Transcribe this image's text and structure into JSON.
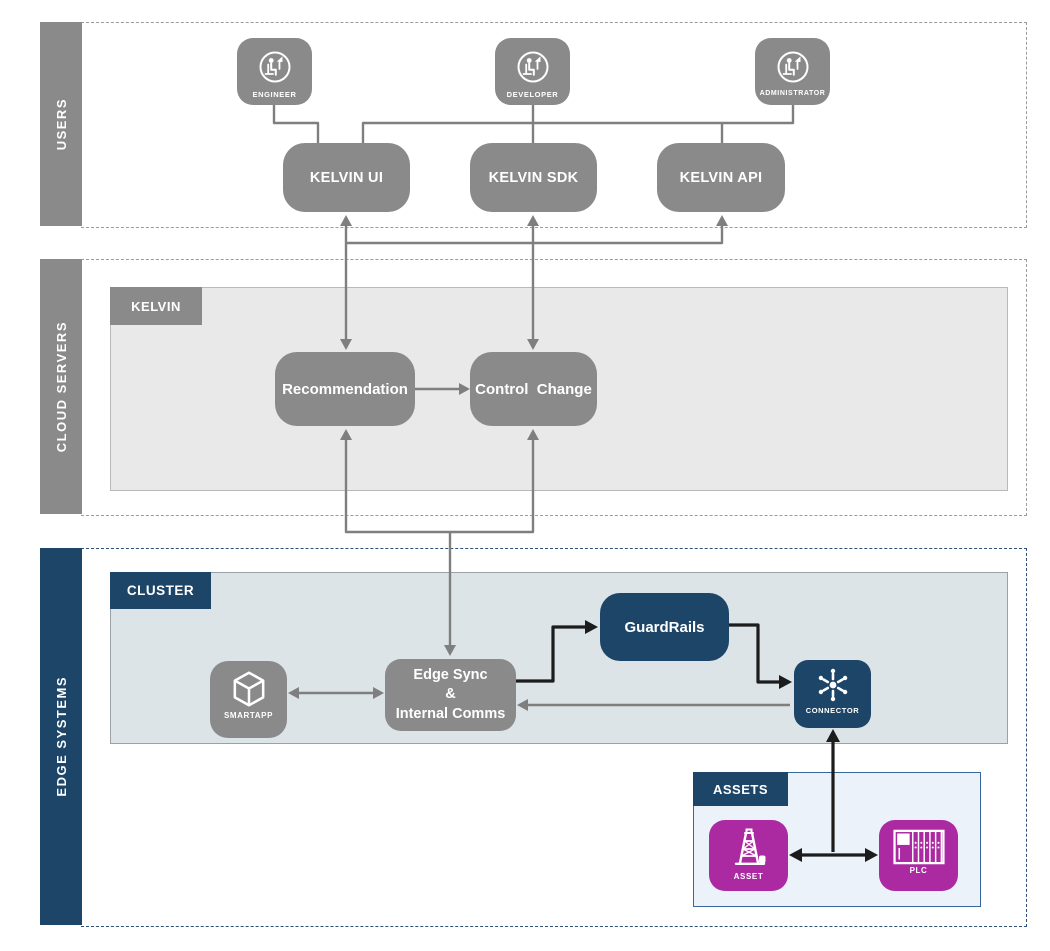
{
  "colors": {
    "navy": "#1d4568",
    "box_gray": "#8a8a8a",
    "magenta": "#ab2aa2",
    "line_gray": "#7f7f7f",
    "line_black": "#1c1c1c",
    "panel_kelvin_bg": "#e9e9e9",
    "panel_cluster_bg": "#dce4e7",
    "panel_assets_bg": "#ecf2f9"
  },
  "bands": {
    "users": {
      "label": "USERS"
    },
    "cloud": {
      "label": "CLOUD SERVERS"
    },
    "edge": {
      "label": "EDGE SYSTEMS"
    }
  },
  "users": {
    "personas": [
      {
        "label": "ENGINEER"
      },
      {
        "label": "DEVELOPER"
      },
      {
        "label": "ADMINISTRATOR"
      }
    ],
    "apps": [
      {
        "label": "KELVIN UI"
      },
      {
        "label": "KELVIN SDK"
      },
      {
        "label": "KELVIN API"
      }
    ]
  },
  "cloud": {
    "panel": "KELVIN",
    "recommendation": "Recommendation",
    "control_change": "Control  Change"
  },
  "edge": {
    "panel": "CLUSTER",
    "smartapp": "SMARTAPP",
    "edge_sync": {
      "line1": "Edge Sync",
      "line2": "&",
      "line3": "Internal Comms"
    },
    "guardrails": "GuardRails",
    "connector": "CONNECTOR",
    "assets": {
      "panel": "ASSETS",
      "asset": "ASSET",
      "plc": "PLC"
    }
  }
}
